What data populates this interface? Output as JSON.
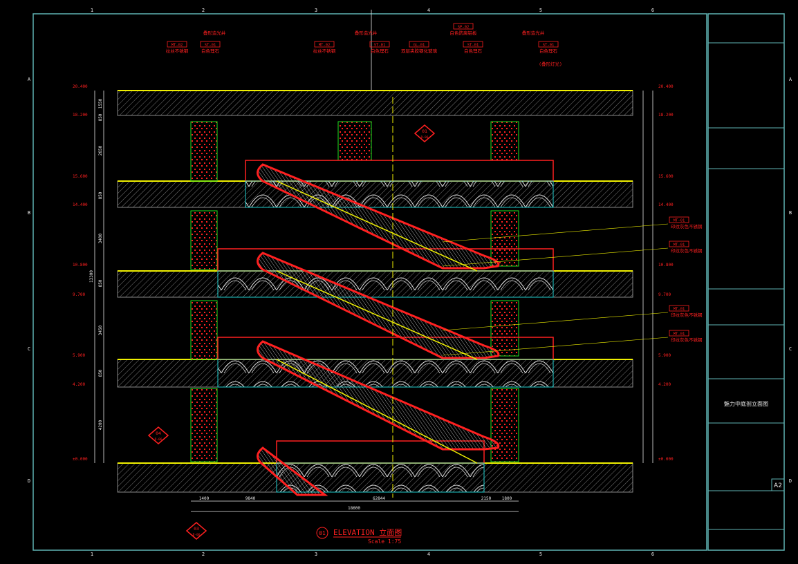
{
  "colors": {
    "frame": "#5fb3b3",
    "red": "#ff2020",
    "yellow": "#f0f000",
    "green": "#20e020",
    "white": "#e8e8e8",
    "cyan": "#20d0d0",
    "grey": "#8a8a8a",
    "magenta": "#e040e0"
  },
  "grid": {
    "columns": [
      "1",
      "2",
      "3",
      "4",
      "5",
      "6"
    ],
    "rows": [
      "A",
      "B",
      "C",
      "D"
    ]
  },
  "callouts_top": [
    {
      "code": "MT-02",
      "text": "拉丝不锈钢"
    },
    {
      "code": "ST-01",
      "text": "白色理石"
    },
    {
      "code": "",
      "text": "叠形造光井"
    },
    {
      "code": "MT-02",
      "text": "拉丝不锈钢"
    },
    {
      "code": "ST-01",
      "text": "白色理石"
    },
    {
      "code": "",
      "text": "叠形造光井"
    },
    {
      "code": "GL-01",
      "text": "双层夹胶钢化玻璃"
    },
    {
      "code": "SP-02",
      "text": "白色防腐铝板"
    },
    {
      "code": "ST-01",
      "text": "白色理石"
    },
    {
      "code": "",
      "text": "叠形造光井"
    },
    {
      "code": "ST-01",
      "text": "白色理石"
    },
    {
      "code": "",
      "text": "(叠形灯光)"
    }
  ],
  "callouts_right": [
    {
      "code": "MT-01",
      "text": "印纹灰色不锈钢"
    },
    {
      "code": "MT-01",
      "text": "印纹灰色不锈钢"
    },
    {
      "code": "MT-01",
      "text": "印纹灰色不锈钢"
    },
    {
      "code": "MT-01",
      "text": "印纹灰色不锈钢"
    }
  ],
  "levels_left": [
    "20.400",
    "18.200",
    "15.600",
    "14.400",
    "10.800",
    "9.700",
    "5.900",
    "4.200",
    "±0.000"
  ],
  "levels_right": [
    "20.400",
    "18.200",
    "15.600",
    "14.400",
    "10.800",
    "9.700",
    "5.900",
    "4.200",
    "±0.000"
  ],
  "dims_left": [
    "1550",
    "850",
    "2650",
    "850",
    "3400",
    "850",
    "3450",
    "850",
    "4200"
  ],
  "dims_left_total": "13300",
  "dims_bottom": [
    "1400",
    "9840",
    "62844",
    "2150",
    "1800"
  ],
  "dims_bottom_total": "18600",
  "markers": [
    {
      "num": "01",
      "sub": "D-06"
    },
    {
      "num": "04",
      "sub": "D-06"
    },
    {
      "num": "03",
      "sub": "D-06"
    }
  ],
  "drawing_title": {
    "ref": "01",
    "name": "ELEVATION 立面图",
    "scale": "Scale 1:75"
  },
  "title_block": {
    "sheet_name": "魅力中庭剖立面图",
    "sheet_no": "A2"
  }
}
